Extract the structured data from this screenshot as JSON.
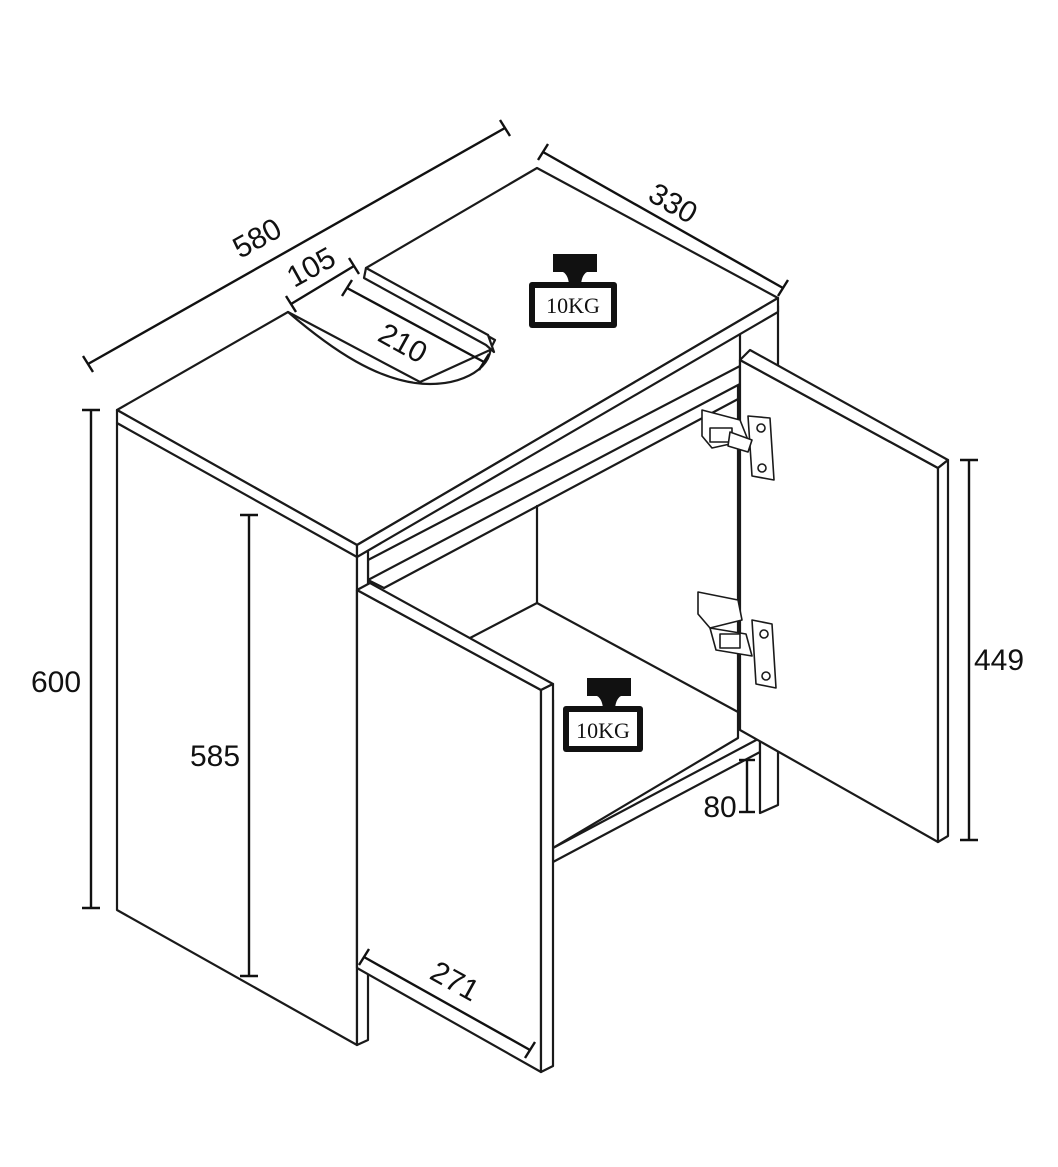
{
  "diagram": {
    "dimensions": {
      "width": "580",
      "depth": "330",
      "cutout_depth": "105",
      "cutout_width": "210",
      "height": "600",
      "side_height": "585",
      "door_width": "271",
      "door_height": "449",
      "plinth_height": "80"
    },
    "weight_labels": {
      "top": "10KG",
      "shelf": "10KG"
    },
    "colors": {
      "line": "#1a1a1a",
      "background": "#ffffff"
    },
    "icons": [
      "weight-icon",
      "hinge-icon"
    ]
  }
}
